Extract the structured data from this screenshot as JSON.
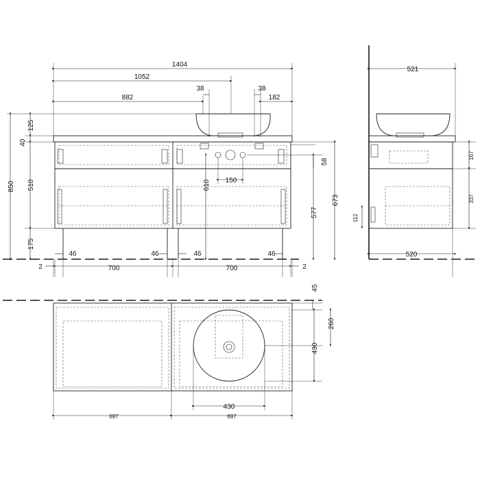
{
  "dimensions": {
    "front": {
      "total_width": "1404",
      "width_1052": "1052",
      "width_882": "882",
      "gap_38_left": "38",
      "gap_38_right": "38",
      "edge_182": "182",
      "top_125": "125",
      "top_40": "40",
      "total_height": "850",
      "drawer_510": "510",
      "plinth_175": "175",
      "pipe_58": "58",
      "pipe_spacing_150": "150",
      "drain_610": "610",
      "inner_577": "577",
      "inner_673": "673",
      "leg_46_a": "46",
      "leg_46_b": "46",
      "leg_46_c": "46",
      "leg_46_d": "46",
      "bay_700_left": "700",
      "bay_700_right": "700",
      "overhang_2_left": "2",
      "overhang_2_right": "2",
      "top_45": "45"
    },
    "side": {
      "depth_521": "521",
      "depth_520": "520",
      "drawer_167": "167",
      "drawer_337": "337",
      "leg_112": "112"
    },
    "plan": {
      "offset_260": "260",
      "bowl_430_v": "430",
      "bowl_430_h": "430",
      "bay_697_left": "697",
      "bay_697_right": "697"
    }
  },
  "colors": {
    "line": "#1a1a1a",
    "hidden": "#555555",
    "background": "#ffffff"
  }
}
